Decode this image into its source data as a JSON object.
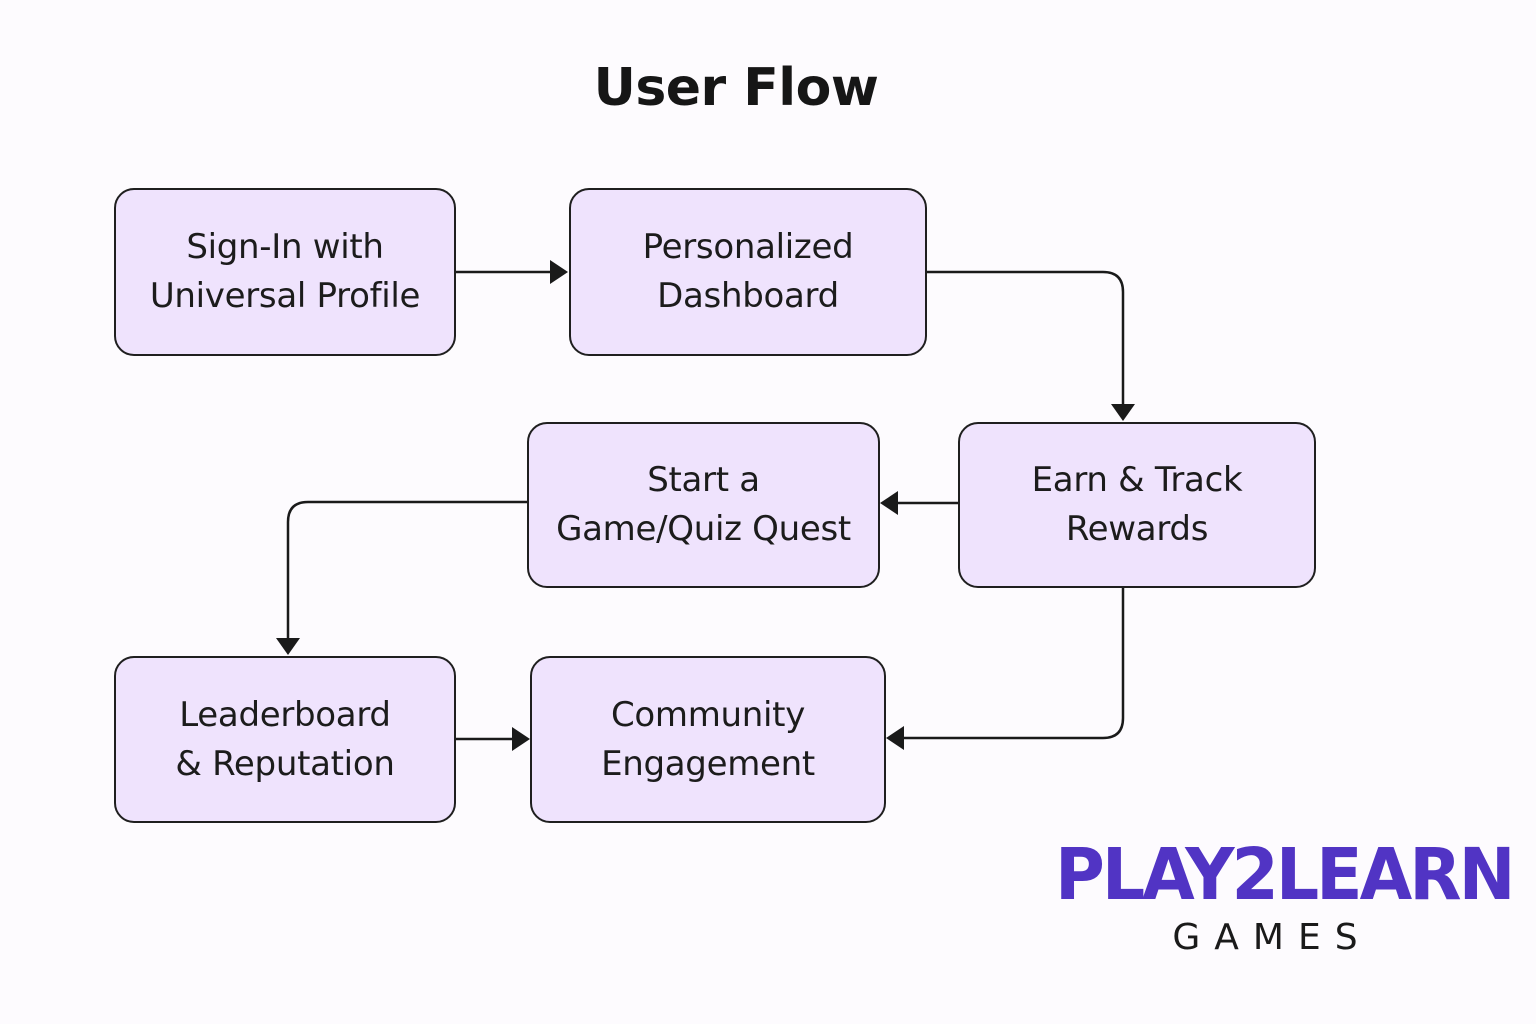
{
  "title": "User Flow",
  "nodes": {
    "sign_in": "Sign-In with\nUniversal Profile",
    "dashboard": "Personalized\nDashboard",
    "rewards": "Earn & Track\nRewards",
    "quest": "Start a\nGame/Quiz Quest",
    "leaderboard": "Leaderboard\n& Reputation",
    "community": "Community\nEngagement"
  },
  "brand": {
    "name": "PLAY2LEARN",
    "subtitle": "GAMES"
  },
  "colors": {
    "node_fill": "#efe3fd",
    "node_border": "#1f1f1f",
    "brand_purple": "#5134c4",
    "background": "#fdfbfe"
  }
}
